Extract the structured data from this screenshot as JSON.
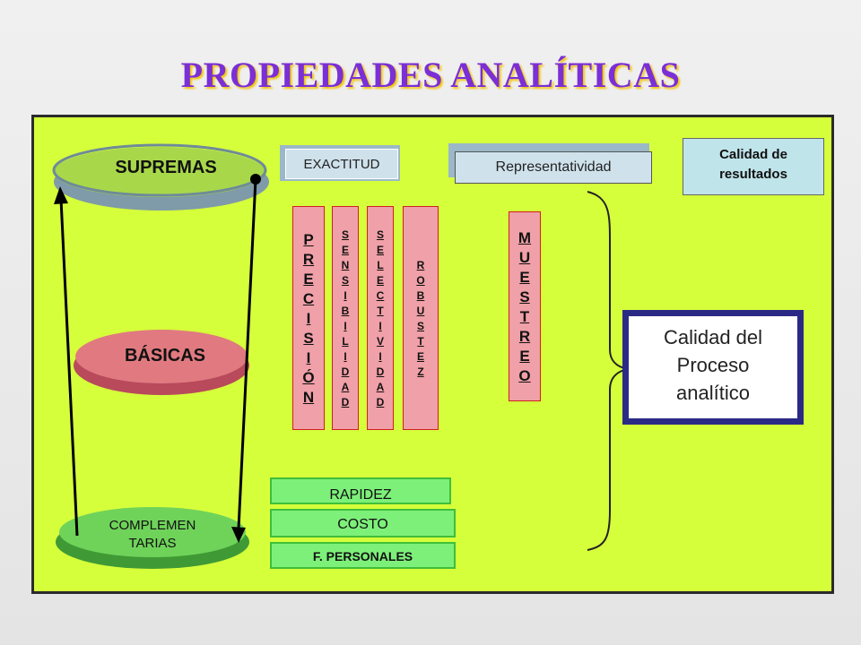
{
  "title": "PROPIEDADES ANALÍTICAS",
  "levels": {
    "supremas": "SUPREMAS",
    "basicas": "BÁSICAS",
    "complementarias_line1": "COMPLEMEN",
    "complementarias_line2": "TARIAS"
  },
  "top_boxes": {
    "exactitud": "EXACTITUD",
    "representatividad": "Representatividad",
    "calidad_resultados_line1": "Calidad de",
    "calidad_resultados_line2": "resultados"
  },
  "vertical_properties": {
    "precision": [
      "P",
      "R",
      "E",
      "C",
      "I",
      "S",
      "I",
      "Ó",
      "N"
    ],
    "sensibilidad": [
      "S",
      "E",
      "N",
      "S",
      "I",
      "B",
      "I",
      "L",
      "I",
      "D",
      "A",
      "D"
    ],
    "selectividad": [
      "S",
      "E",
      "L",
      "E",
      "C",
      "T",
      "I",
      "V",
      "I",
      "D",
      "A",
      "D"
    ],
    "robustez": [
      "R",
      "O",
      "B",
      "U",
      "S",
      "T",
      "E",
      "Z"
    ],
    "muestreo": [
      "M",
      "U",
      "E",
      "S",
      "T",
      "R",
      "E",
      "O"
    ]
  },
  "process_box": {
    "line1": "Calidad del",
    "line2": "Proceso",
    "line3": "analítico"
  },
  "complementary": {
    "rapidez": "RAPIDEZ",
    "costo": "COSTO",
    "personales": "F. PERSONALES"
  },
  "colors": {
    "title": "#7b2fd6",
    "board": "#d6ff3b",
    "supremas_disk": "#a8d84a",
    "basicas_disk": "#e07a80",
    "complementarias_disk": "#6fd35a",
    "vertical_column": "#f0a0a8",
    "green_bar": "#7df07a",
    "process_border": "#2a2a86"
  }
}
